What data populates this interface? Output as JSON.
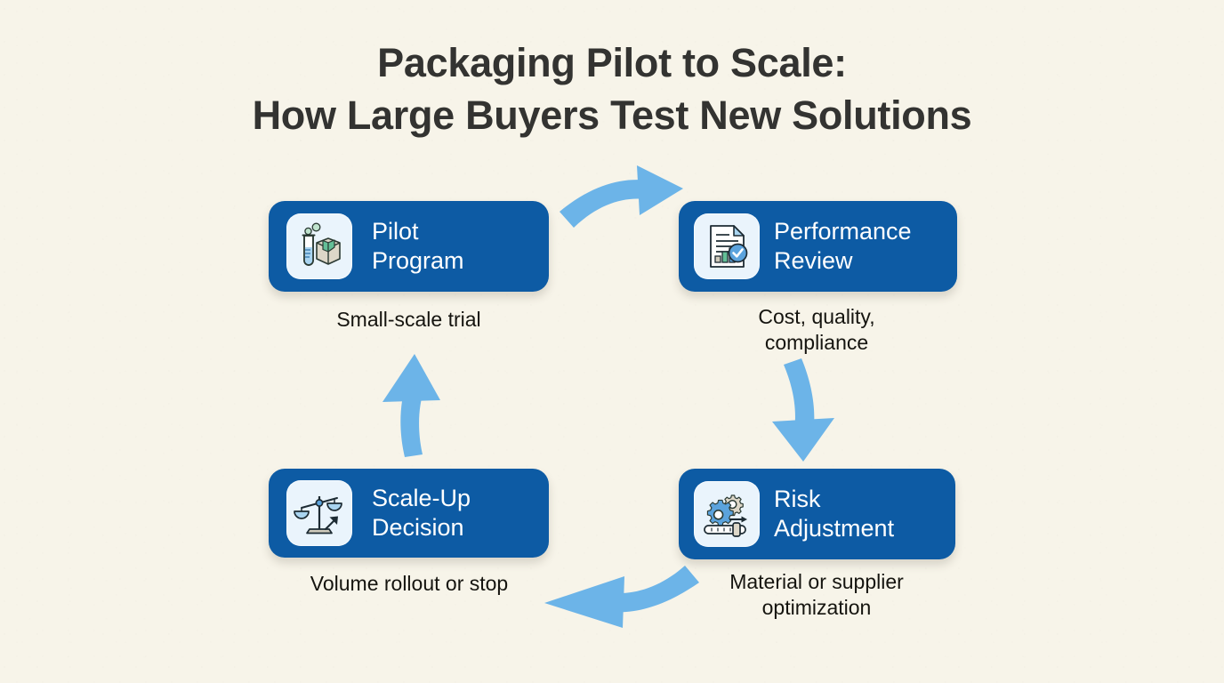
{
  "title": {
    "line1": "Packaging Pilot to Scale:",
    "line2": "How Large Buyers Test New Solutions"
  },
  "colors": {
    "background": "#f7f4e9",
    "node_blue": "#0d5ba4",
    "arrow_blue": "#6cb4e8",
    "icon_tile": "#eaf4fc",
    "title_text": "#333331",
    "caption_text": "#15140f",
    "node_text": "#ffffff"
  },
  "diagram": {
    "type": "cycle",
    "nodes": [
      {
        "id": "pilot",
        "label": "Pilot\nProgram",
        "caption": "Small-scale trial",
        "icon": "test-tube-and-box-icon",
        "position": "top-left"
      },
      {
        "id": "performance",
        "label": "Performance\nReview",
        "caption": "Cost, quality,\ncompliance",
        "icon": "document-chart-check-icon",
        "position": "top-right"
      },
      {
        "id": "risk",
        "label": "Risk\nAdjustment",
        "caption": "Material or supplier\noptimization",
        "icon": "gears-slider-icon",
        "position": "bottom-right"
      },
      {
        "id": "scale",
        "label": "Scale-Up\nDecision",
        "caption": "Volume rollout or stop",
        "icon": "balance-scale-arrow-icon",
        "position": "bottom-left"
      }
    ],
    "arrows": [
      {
        "id": "top",
        "from": "pilot",
        "to": "performance",
        "direction": "right"
      },
      {
        "id": "right",
        "from": "performance",
        "to": "risk",
        "direction": "down"
      },
      {
        "id": "bottom",
        "from": "risk",
        "to": "scale",
        "direction": "left"
      },
      {
        "id": "left",
        "from": "scale",
        "to": "pilot",
        "direction": "up"
      }
    ]
  }
}
